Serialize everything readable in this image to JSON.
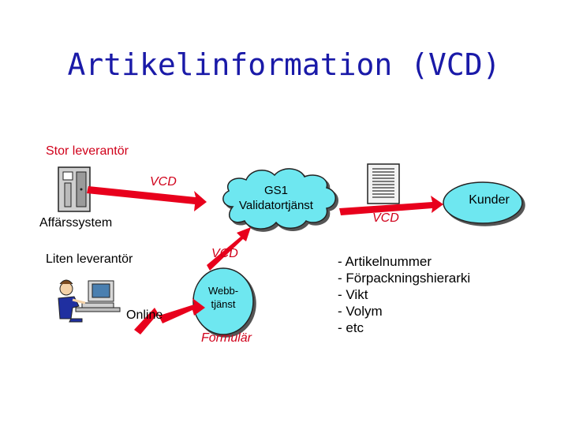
{
  "title": "Artikelinformation (VCD)",
  "suppliers": {
    "large": "Stor leverantör",
    "small": "Liten leverantör",
    "business_system": "Affärssystem",
    "online": "Online"
  },
  "vcd_labels": [
    "VCD",
    "VCD",
    "VCD"
  ],
  "gs1": {
    "line1": "GS1",
    "line2": "Validatortjänst"
  },
  "customers": "Kunder",
  "web_service": {
    "line1": "Webb-",
    "line2": "tjänst"
  },
  "form_label": "Formulär",
  "attributes": [
    "- Artikelnummer",
    "- Förpackningshierarki",
    "- Vikt",
    "- Volym",
    "- etc"
  ],
  "colors": {
    "title": "#1a1aa8",
    "arrow": "#e8001c",
    "cloud": "#6ee7f0",
    "accent_text": "#d0001a"
  },
  "icons": [
    "server-icon",
    "document-list-icon",
    "person-at-computer-icon"
  ]
}
